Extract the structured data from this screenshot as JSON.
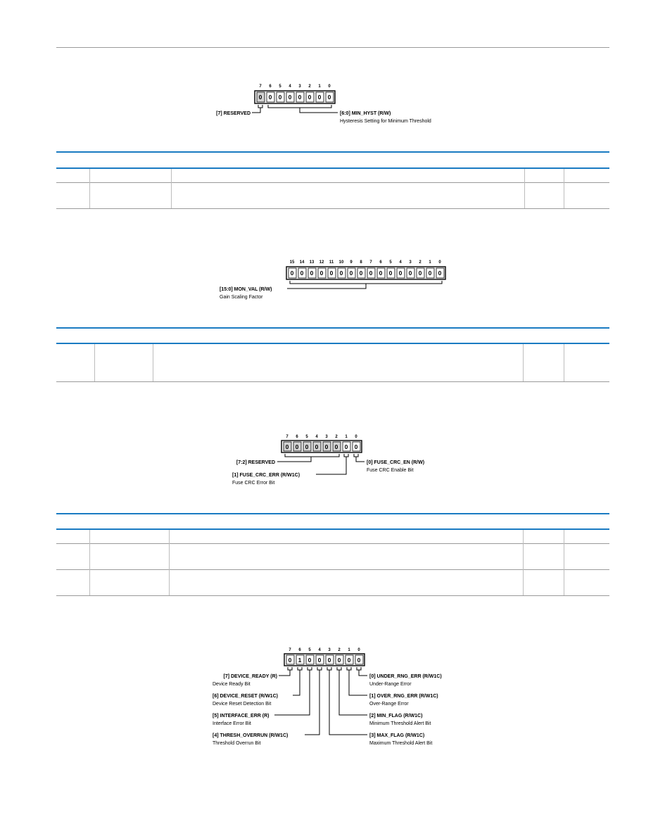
{
  "registers": [
    {
      "width": 8,
      "bits": [
        "0",
        "0",
        "0",
        "0",
        "0",
        "0",
        "0",
        "0"
      ],
      "bit_numbers": [
        "7",
        "6",
        "5",
        "4",
        "3",
        "2",
        "1",
        "0"
      ],
      "fields": [
        {
          "label": "[7] RESERVED",
          "desc": ""
        },
        {
          "label": "[6:0] MIN_HYST (R/W)",
          "desc": "Hysteresis Setting for Minimum Threshold"
        }
      ]
    },
    {
      "width": 16,
      "bits": [
        "0",
        "0",
        "0",
        "0",
        "0",
        "0",
        "0",
        "0",
        "0",
        "0",
        "0",
        "0",
        "0",
        "0",
        "0",
        "0"
      ],
      "bit_numbers": [
        "15",
        "14",
        "13",
        "12",
        "11",
        "10",
        "9",
        "8",
        "7",
        "6",
        "5",
        "4",
        "3",
        "2",
        "1",
        "0"
      ],
      "fields": [
        {
          "label": "[15:0] MON_VAL (R/W)",
          "desc": "Gain Scaling Factor"
        }
      ]
    },
    {
      "width": 8,
      "bits": [
        "0",
        "0",
        "0",
        "0",
        "0",
        "0",
        "0",
        "0"
      ],
      "bit_numbers": [
        "7",
        "6",
        "5",
        "4",
        "3",
        "2",
        "1",
        "0"
      ],
      "fields": [
        {
          "label": "[7:2] RESERVED",
          "desc": ""
        },
        {
          "label": "[1] FUSE_CRC_ERR (R/W1C)",
          "desc": "Fuse CRC Error Bit"
        },
        {
          "label": "[0] FUSE_CRC_EN (R/W)",
          "desc": "Fuse CRC Enable Bit"
        }
      ]
    },
    {
      "width": 8,
      "bits": [
        "0",
        "1",
        "0",
        "0",
        "0",
        "0",
        "0",
        "0"
      ],
      "bit_numbers": [
        "7",
        "6",
        "5",
        "4",
        "3",
        "2",
        "1",
        "0"
      ],
      "fields": [
        {
          "label": "[7] DEVICE_READY (R)",
          "desc": "Device Ready Bit"
        },
        {
          "label": "[6] DEVICE_RESET (R/W1C)",
          "desc": "Device Reset Detection Bit"
        },
        {
          "label": "[5] INTERFACE_ERR (R)",
          "desc": "Interface Error Bit"
        },
        {
          "label": "[4] THRESH_OVERRUN (R/W1C)",
          "desc": "Threshold Overrun Bit"
        },
        {
          "label": "[0] UNDER_RNG_ERR (R/W1C)",
          "desc": "Under-Range Error"
        },
        {
          "label": "[1] OVER_RNG_ERR (R/W1C)",
          "desc": "Over-Range Error"
        },
        {
          "label": "[2] MIN_FLAG (R/W1C)",
          "desc": "Minimum Threshold Alert Bit"
        },
        {
          "label": "[3] MAX_FLAG (R/W1C)",
          "desc": "Maximum Threshold Alert Bit"
        }
      ]
    }
  ],
  "colors": {
    "table_rule": "#1a7bc2",
    "reserved_fill": "#d4d4d4"
  }
}
